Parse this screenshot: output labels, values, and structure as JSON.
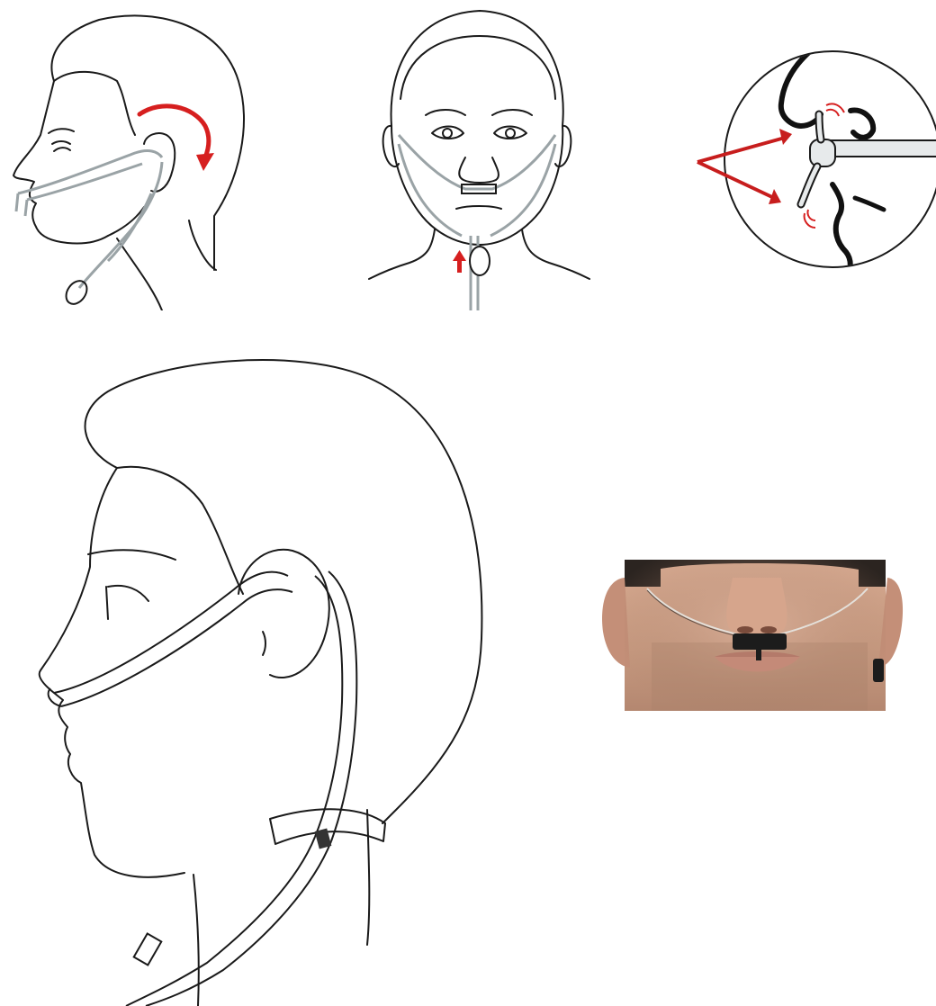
{
  "colors": {
    "line": "#1a1a1a",
    "arrow": "#d61f1f",
    "tube": "#cfd3d4",
    "skin": "#c99a80",
    "hair": "#2b2420",
    "cannula": "#1c1c1c"
  },
  "panels": [
    {
      "name": "side-head-over-ear",
      "icon": "curved-arrow-icon"
    },
    {
      "name": "front-head-slide-bolo",
      "icon": "up-arrow-icon"
    },
    {
      "name": "nose-closeup-prongs",
      "icon": "pointer-arrows-icon"
    },
    {
      "name": "side-head-large-cannula",
      "icon": "cannula-tube-icon"
    },
    {
      "name": "face-photo-cannula",
      "icon": "photo-icon"
    }
  ]
}
